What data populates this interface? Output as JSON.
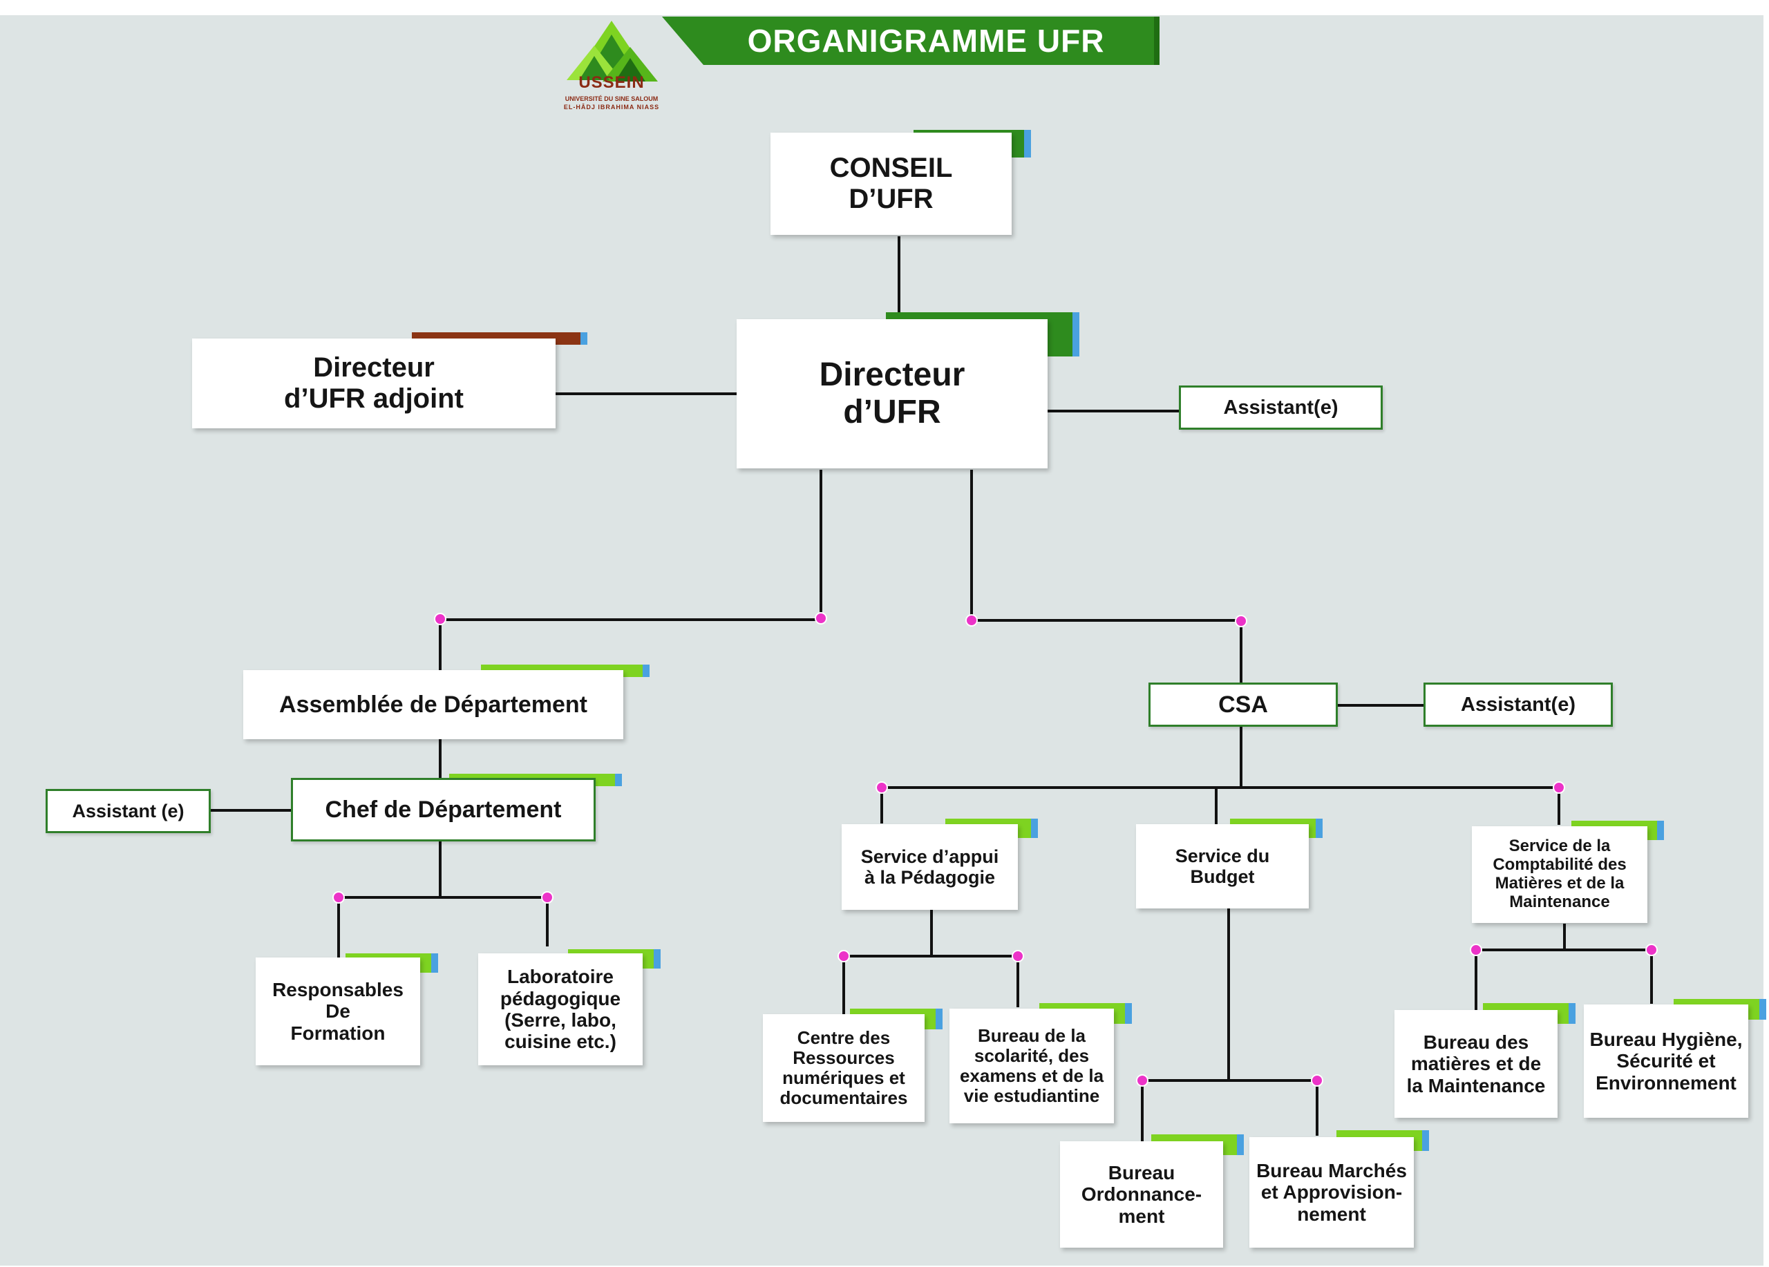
{
  "title": "ORGANIGRAMME UFR",
  "logo": {
    "name": "USSEIN",
    "subtitle_line1": "UNIVERSITÉ DU SINE SALOUM",
    "subtitle_line2": "EL-HÂDJ IBRAHIMA NIASS"
  },
  "colors": {
    "background": "#dde4e4",
    "banner_green": "#2e8b1e",
    "tab_lime": "#7ed321",
    "tab_brown": "#8b3414",
    "border_green": "#2f7f2a",
    "connector": "#111111",
    "junction_dot": "#ec33c8"
  },
  "nodes": {
    "conseil": "CONSEIL\nD’UFR",
    "directeur": "Directeur\nd’UFR",
    "directeur_adjoint": "Directeur\nd’UFR adjoint",
    "assistant_directeur": "Assistant(e)",
    "assemblee": "Assemblée de Département",
    "chef_departement": "Chef de Département",
    "assistant_chef": "Assistant (e)",
    "responsables": "Responsables\nDe\nFormation",
    "laboratoire": "Laboratoire\npédagogique\n(Serre, labo,\ncuisine etc.)",
    "csa": "CSA",
    "assistant_csa": "Assistant(e)",
    "service_pedagogie": "Service d’appui\nà la Pédagogie",
    "service_budget": "Service du\nBudget",
    "service_comptabilite": "Service de la\nComptabilité des\nMatières et de la\nMaintenance",
    "centre_ressources": "Centre des\nRessources\nnumériques et\ndocumentaires",
    "bureau_scolarite": "Bureau de la\nscolarité, des\nexamens et de la\nvie estudiantine",
    "bureau_ordonnancement": "Bureau\nOrdonnance-\nment",
    "bureau_marches": "Bureau Marchés\net Approvision-\nnement",
    "bureau_matieres": "Bureau des\nmatières et de\nla Maintenance",
    "bureau_hygiene": "Bureau Hygiène,\nSécurité et\nEnvironnement"
  }
}
